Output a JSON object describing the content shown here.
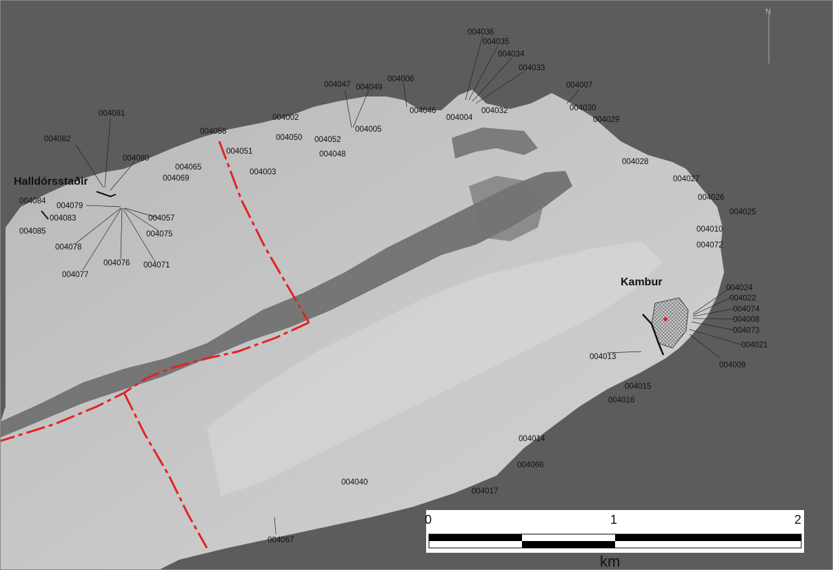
{
  "map": {
    "north_label": "N",
    "places": [
      {
        "id": "halldorsstadir",
        "label": "Halldórsstaðir"
      },
      {
        "id": "kambur",
        "label": "Kambur"
      }
    ],
    "sites": [
      "004081",
      "004082",
      "004080",
      "004084",
      "004079",
      "004083",
      "004085",
      "004078",
      "004077",
      "004076",
      "004071",
      "004057",
      "004075",
      "004065",
      "004069",
      "004058",
      "004051",
      "004003",
      "004002",
      "004050",
      "004052",
      "004048",
      "004047",
      "004049",
      "004005",
      "004006",
      "004046",
      "004004",
      "004036",
      "004035",
      "004034",
      "004033",
      "004032",
      "004007",
      "004030",
      "004029",
      "004028",
      "004027",
      "004026",
      "004025",
      "004010",
      "004072",
      "004024",
      "004022",
      "004074",
      "004008",
      "004073",
      "004021",
      "004009",
      "004013",
      "004015",
      "004016",
      "004014",
      "004066",
      "004040",
      "004017",
      "004067"
    ]
  },
  "scale_bar": {
    "ticks": [
      "0",
      "1",
      "2"
    ],
    "unit": "km"
  }
}
